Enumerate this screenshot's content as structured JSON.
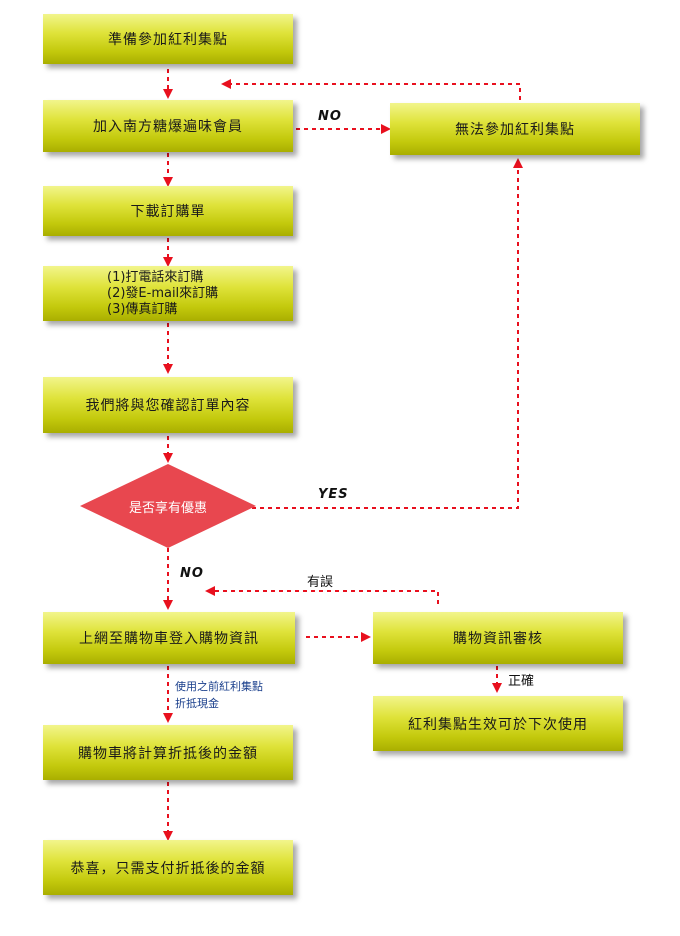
{
  "steps": {
    "prepare": "準備參加紅利集點",
    "join": "加入南方糖爆遍味會員",
    "cannot": "無法參加紅利集點",
    "download": "下載訂購單",
    "order_methods": [
      "(1)打電話來訂購",
      "(2)發E-mail來訂購",
      "(3)傳真訂購"
    ],
    "confirm": "我們將與您確認訂單內容",
    "decision": "是否享有優惠",
    "login": "上網至購物車登入購物資訊",
    "review": "購物資訊審核",
    "valid": "紅利集點生效可於下次使用",
    "calculate": "購物車將計算折抵後的金額",
    "pay": "恭喜，只需支付折抵後的金額"
  },
  "labels": {
    "no_join": "NO",
    "yes": "YES",
    "no_decision": "NO",
    "error": "有誤",
    "correct": "正確",
    "use_points": [
      "使用之前紅利集點",
      "折抵現金"
    ]
  },
  "colors": {
    "box_fill": "#dfe33a",
    "arrow": "#e8101e",
    "diamond": "#e8474f",
    "note_text": "#1a3f8c"
  }
}
